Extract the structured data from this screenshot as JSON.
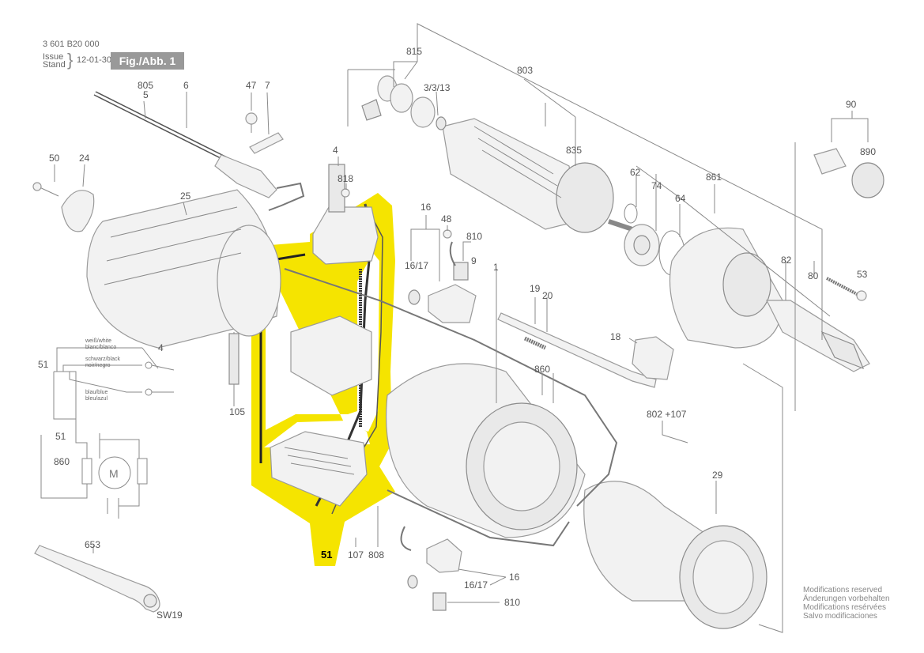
{
  "header": {
    "doc_number": "3 601 B20 000",
    "issue_label": "Issue",
    "stand_label": "Stand",
    "date": "12-01-30",
    "figure": "Fig./Abb. 1"
  },
  "part_labels": {
    "p815": "815",
    "p803": "803",
    "p3313": "3/3/13",
    "p835": "835",
    "p805": "805",
    "p5": "5",
    "p6": "6",
    "p47": "47",
    "p7": "7",
    "p4": "4",
    "p818": "818",
    "p50": "50",
    "p24": "24",
    "p25": "25",
    "p16": "16",
    "p48": "48",
    "p810": "810",
    "p1617": "16/17",
    "p9": "9",
    "p1": "1",
    "p62": "62",
    "p74": "74",
    "p64": "64",
    "p861": "861",
    "p90": "90",
    "p890": "890",
    "p82": "82",
    "p80": "80",
    "p53": "53",
    "p19": "19",
    "p20": "20",
    "p18": "18",
    "p860": "860",
    "p802107": "802 +107",
    "p105": "105",
    "p29": "29",
    "p51": "51",
    "p107": "107",
    "p808": "808",
    "p653": "653",
    "psw19": "SW19",
    "p16b": "16",
    "p1617b": "16/17",
    "p810b": "810"
  },
  "schematic": {
    "white": "weiß/white",
    "white_sub": "blanc/blanco",
    "black": "schwarz/black",
    "black_sub": "noir/negro",
    "blue": "blau/blue",
    "blue_sub": "bleu/azul",
    "label_51_top": "51",
    "label_4": "4",
    "label_51_bottom": "51",
    "label_860": "860",
    "motor": "M"
  },
  "modifications": [
    "Modifications reserved",
    "Änderungen vorbehalten",
    "Modifications resérvées",
    "Salvo modificaciones"
  ],
  "colors": {
    "highlight": "#f5e400",
    "line": "#8a8a8a",
    "badge": "#999999"
  }
}
